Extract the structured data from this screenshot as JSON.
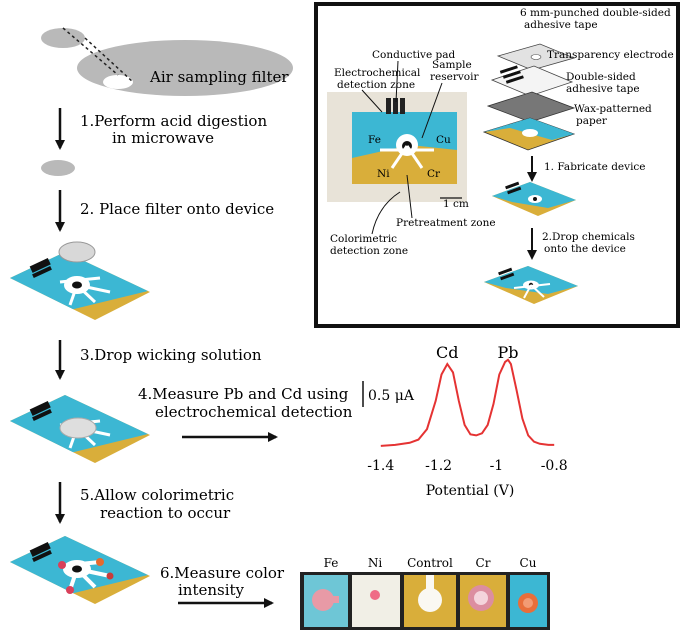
{
  "steps": {
    "filter_label": "Air sampling filter",
    "step1_line1": "1.Perform acid digestion",
    "step1_line2": "in microwave",
    "step2": "2. Place filter onto device",
    "step3": "3.Drop wicking solution",
    "step4_line1": "4.Measure Pb and Cd using",
    "step4_line2": "electrochemical detection",
    "step5_line1": "5.Allow colorimetric",
    "step5_line2": "reaction to occur",
    "step6_line1": "6.Measure color",
    "step6_line2": "intensity"
  },
  "inset": {
    "photo_labels": {
      "conductive_pad": "Conductive pad",
      "ec_zone_line1": "Electrochemical",
      "ec_zone_line2": "detection zone",
      "sample_line1": "Sample",
      "sample_line2": "reservoir",
      "fe": "Fe",
      "cu": "Cu",
      "ni": "Ni",
      "cr": "Cr",
      "scale": "1 cm",
      "pretreatment": "Pretreatment zone",
      "color_zone_line1": "Colorimetric",
      "color_zone_line2": "detection zone"
    },
    "layers": {
      "tape_line1": "6 mm-punched double-sided",
      "tape_line2": "adhesive tape",
      "electrode": "Transparency electrode",
      "ds_tape_line1": "Double-sided",
      "ds_tape_line2": "adhesive tape",
      "wax_line1": "Wax-patterned",
      "wax_line2": "paper",
      "fabricate": "1. Fabricate device",
      "drop_line1": "2.Drop chemicals",
      "drop_line2": "onto the device"
    }
  },
  "chart_data": {
    "type": "line",
    "xlabel": "Potential (V)",
    "xticks": [
      "-1.4",
      "-1.2",
      "-1",
      "-0.8"
    ],
    "xlim": [
      -1.42,
      -0.78
    ],
    "scale_bar": "0.5 μA",
    "peaks": [
      {
        "label": "Cd",
        "x": -1.17
      },
      {
        "label": "Pb",
        "x": -0.96
      }
    ],
    "series": [
      {
        "color": "#e53333",
        "x": [
          -1.4,
          -1.35,
          -1.3,
          -1.27,
          -1.24,
          -1.21,
          -1.19,
          -1.17,
          -1.15,
          -1.13,
          -1.11,
          -1.09,
          -1.07,
          -1.05,
          -1.03,
          -1.01,
          -0.99,
          -0.97,
          -0.96,
          -0.95,
          -0.93,
          -0.91,
          -0.89,
          -0.87,
          -0.85,
          -0.82,
          -0.8
        ],
        "y": [
          0.02,
          0.03,
          0.05,
          0.08,
          0.18,
          0.45,
          0.7,
          0.8,
          0.72,
          0.45,
          0.22,
          0.13,
          0.12,
          0.14,
          0.22,
          0.42,
          0.7,
          0.82,
          0.84,
          0.8,
          0.55,
          0.28,
          0.12,
          0.06,
          0.04,
          0.03,
          0.03
        ]
      }
    ]
  },
  "results": {
    "labels": [
      "Fe",
      "Ni",
      "Control",
      "Cr",
      "Cu"
    ]
  },
  "colors": {
    "cyan": "#3cb7d3",
    "gold": "#d9ae3a",
    "curve": "#e53333"
  }
}
